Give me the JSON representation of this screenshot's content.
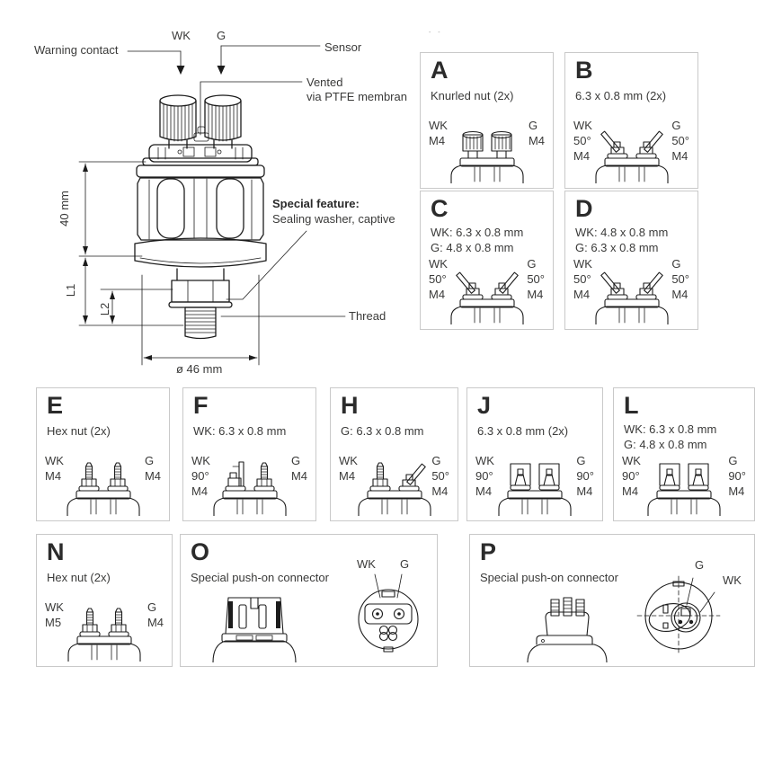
{
  "main_diagram": {
    "warning_contact": "Warning contact",
    "wk": "WK",
    "g": "G",
    "sensor": "Sensor",
    "vented_line1": "Vented",
    "vented_line2": "via PTFE membran",
    "special_feature_title": "Special feature:",
    "special_feature_text": "Sealing washer, captive",
    "thread": "Thread",
    "dim_height": "40 mm",
    "dim_l1": "L1",
    "dim_l2": "L2",
    "dim_diameter": "ø 46 mm",
    "artifact": "- -"
  },
  "colors": {
    "line_art": "#1c1c1c",
    "text": "#3a3a39",
    "panel_border": "#c9c9c9"
  },
  "panels": [
    {
      "letter": "A",
      "subtitle": "Knurled nut (2x)",
      "left": [
        "WK",
        "M4"
      ],
      "right": [
        "G",
        "M4"
      ]
    },
    {
      "letter": "B",
      "subtitle": "6.3 x 0.8 mm (2x)",
      "left": [
        "WK",
        "50°",
        "M4"
      ],
      "right": [
        "G",
        "50°",
        "M4"
      ]
    },
    {
      "letter": "C",
      "subtitle": "WK: 6.3 x 0.8 mm",
      "subtitle2": "G: 4.8 x 0.8 mm",
      "left": [
        "WK",
        "50°",
        "M4"
      ],
      "right": [
        "G",
        "50°",
        "M4"
      ]
    },
    {
      "letter": "D",
      "subtitle": "WK: 4.8 x 0.8 mm",
      "subtitle2": "G: 6.3 x 0.8 mm",
      "left": [
        "WK",
        "50°",
        "M4"
      ],
      "right": [
        "G",
        "50°",
        "M4"
      ]
    },
    {
      "letter": "E",
      "subtitle": "Hex nut (2x)",
      "left": [
        "WK",
        "M4"
      ],
      "right": [
        "G",
        "M4"
      ]
    },
    {
      "letter": "F",
      "subtitle": "WK: 6.3 x 0.8 mm",
      "left": [
        "WK",
        "90°",
        "M4"
      ],
      "right": [
        "G",
        "M4"
      ]
    },
    {
      "letter": "H",
      "subtitle": "G: 6.3 x 0.8 mm",
      "left": [
        "WK",
        "M4"
      ],
      "right": [
        "G",
        "50°",
        "M4"
      ]
    },
    {
      "letter": "J",
      "subtitle": "6.3 x 0.8 mm (2x)",
      "left": [
        "WK",
        "90°",
        "M4"
      ],
      "right": [
        "G",
        "90°",
        "M4"
      ]
    },
    {
      "letter": "L",
      "subtitle": "WK: 6.3 x 0.8 mm",
      "subtitle2": "G: 4.8 x 0.8 mm",
      "left": [
        "WK",
        "90°",
        "M4"
      ],
      "right": [
        "G",
        "90°",
        "M4"
      ]
    },
    {
      "letter": "N",
      "subtitle": "Hex nut (2x)",
      "left": [
        "WK",
        "M5"
      ],
      "right": [
        "G",
        "M4"
      ]
    },
    {
      "letter": "O",
      "subtitle": "Special push-on connector",
      "view_labels": {
        "first": "WK",
        "second": "G"
      }
    },
    {
      "letter": "P",
      "subtitle": "Special push-on connector",
      "view_labels": {
        "first": "G",
        "second": "WK"
      }
    }
  ]
}
